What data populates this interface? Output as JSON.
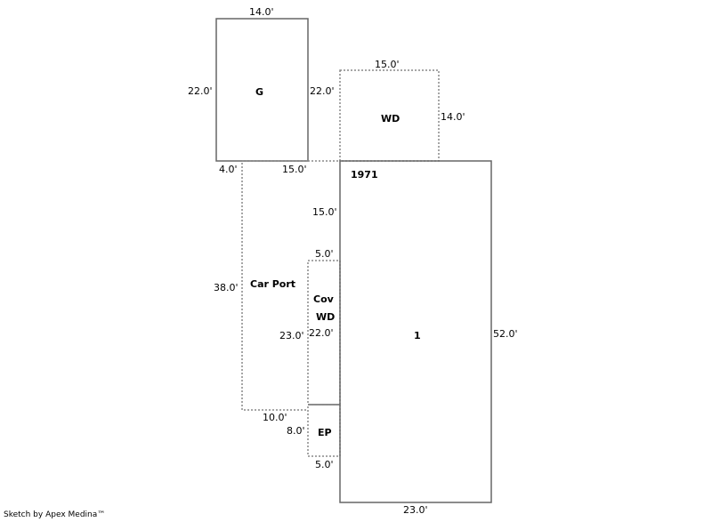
{
  "areas": {
    "garage": "G",
    "wood_deck": "WD",
    "main": "1",
    "year": "1971",
    "carport": "Car Port",
    "cov_wd_1": "Cov",
    "cov_wd_2": "WD",
    "enclosed_porch": "EP"
  },
  "dimensions": {
    "g_top": "14.0'",
    "g_left": "22.0'",
    "g_right": "22.0'",
    "wd_top": "15.0'",
    "wd_right": "14.0'",
    "cp_top_left": "4.0'",
    "cp_top_right": "15.0'",
    "main_left_upper": "15.0'",
    "cov_top": "5.0'",
    "cp_left": "38.0'",
    "cp_right": "23.0'",
    "cov_right": "22.0'",
    "main_right": "52.0'",
    "cp_bottom": "10.0'",
    "ep_left": "8.0'",
    "ep_bottom": "5.0'",
    "main_bottom": "23.0'"
  },
  "footer": {
    "credit": "Sketch by Apex Medina™"
  }
}
